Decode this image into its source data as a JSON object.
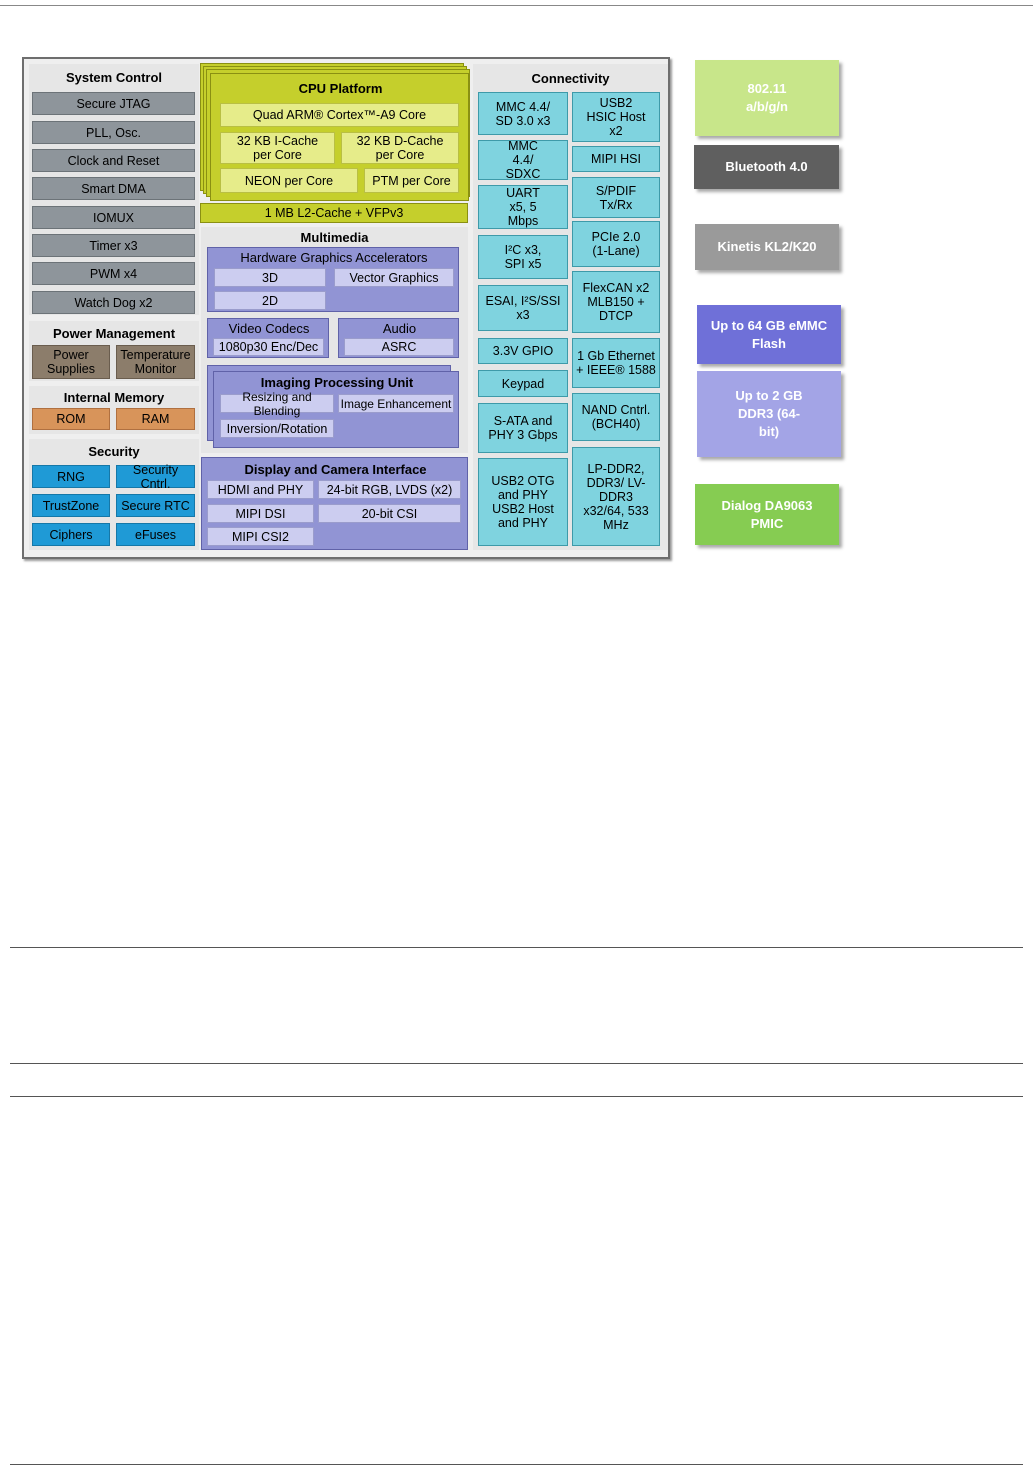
{
  "diagram": {
    "system_control": {
      "title": "System Control",
      "items": [
        "Secure JTAG",
        "PLL, Osc.",
        "Clock and Reset",
        "Smart DMA",
        "IOMUX",
        "Timer x3",
        "PWM x4",
        "Watch Dog x2"
      ]
    },
    "power_management": {
      "title": "Power Management",
      "items": [
        "Power Supplies",
        "Temperature Monitor"
      ]
    },
    "internal_memory": {
      "title": "Internal Memory",
      "items": [
        "ROM",
        "RAM"
      ]
    },
    "security": {
      "title": "Security",
      "items": [
        "RNG",
        "Security Cntrl.",
        "TrustZone",
        "Secure RTC",
        "Ciphers",
        "eFuses"
      ]
    },
    "cpu_platform": {
      "title": "CPU Platform",
      "core": "Quad ARM® Cortex™-A9 Core",
      "icache": "32 KB I-Cache per Core",
      "dcache": "32 KB D-Cache per Core",
      "neon": "NEON per Core",
      "ptm": "PTM per Core",
      "l2": "1 MB L2-Cache + VFPv3"
    },
    "multimedia": {
      "title": "Multimedia",
      "hga_title": "Hardware Graphics Accelerators",
      "g3d": "3D",
      "vector": "Vector Graphics",
      "g2d": "2D",
      "video_title": "Video Codecs",
      "video_sub": "1080p30 Enc/Dec",
      "audio_title": "Audio",
      "audio_sub": "ASRC",
      "ipu_title": "Imaging Processing Unit",
      "resize": "Resizing and Blending",
      "enhance": "Image Enhancement",
      "inversion": "Inversion/Rotation"
    },
    "display": {
      "title": "Display and Camera Interface",
      "items": [
        "HDMI and PHY",
        "24-bit RGB, LVDS (x2)",
        "MIPI DSI",
        "20-bit CSI",
        "MIPI CSI2"
      ]
    },
    "connectivity": {
      "title": "Connectivity",
      "left": [
        "MMC 4.4/ SD 3.0 x3",
        "MMC 4.4/ SDXC",
        "UART x5, 5 Mbps",
        "I²C x3, SPI x5",
        "ESAI, I²S/SSI x3",
        "3.3V GPIO",
        "Keypad",
        "S-ATA and PHY 3 Gbps",
        "USB2 OTG and PHY USB2 Host and PHY"
      ],
      "right": [
        "USB2 HSIC Host x2",
        "MIPI HSI",
        "S/PDIF Tx/Rx",
        "PCIe 2.0 (1-Lane)",
        "FlexCAN x2 MLB150 + DTCP",
        "1 Gb Ethernet + IEEE® 1588",
        "NAND Cntrl. (BCH40)",
        "LP-DDR2, DDR3/ LV-DDR3 x32/64, 533 MHz"
      ]
    },
    "external": [
      {
        "label": "802.11 a/b/g/n",
        "color": "#c8e68a"
      },
      {
        "label": "Bluetooth 4.0",
        "color": "#5f5f5f"
      },
      {
        "label": "Kinetis  KL2/K20",
        "color": "#9a9a9a"
      },
      {
        "label": "Up to 64 GB eMMC Flash",
        "color": "#6f70d8"
      },
      {
        "label": "Up to 2 GB  DDR3 (64-bit)",
        "color": "#a3a4e6"
      },
      {
        "label": "Dialog DA9063 PMIC",
        "color": "#86cc52"
      }
    ]
  }
}
